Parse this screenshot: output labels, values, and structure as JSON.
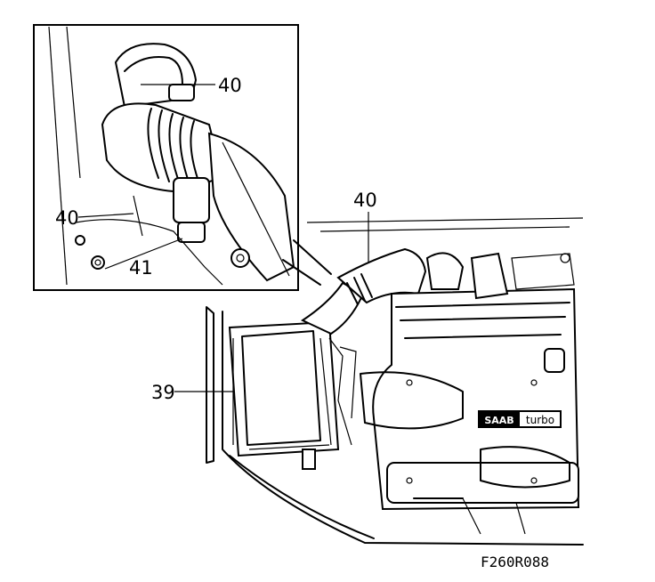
{
  "callouts": {
    "inset_top": "40",
    "inset_left": "40",
    "inset_bottom": "41",
    "main_top": "40",
    "main_left": "39"
  },
  "engine_badge": {
    "brand": "SAAB",
    "model": "turbo"
  },
  "figure_code": "F260R088"
}
